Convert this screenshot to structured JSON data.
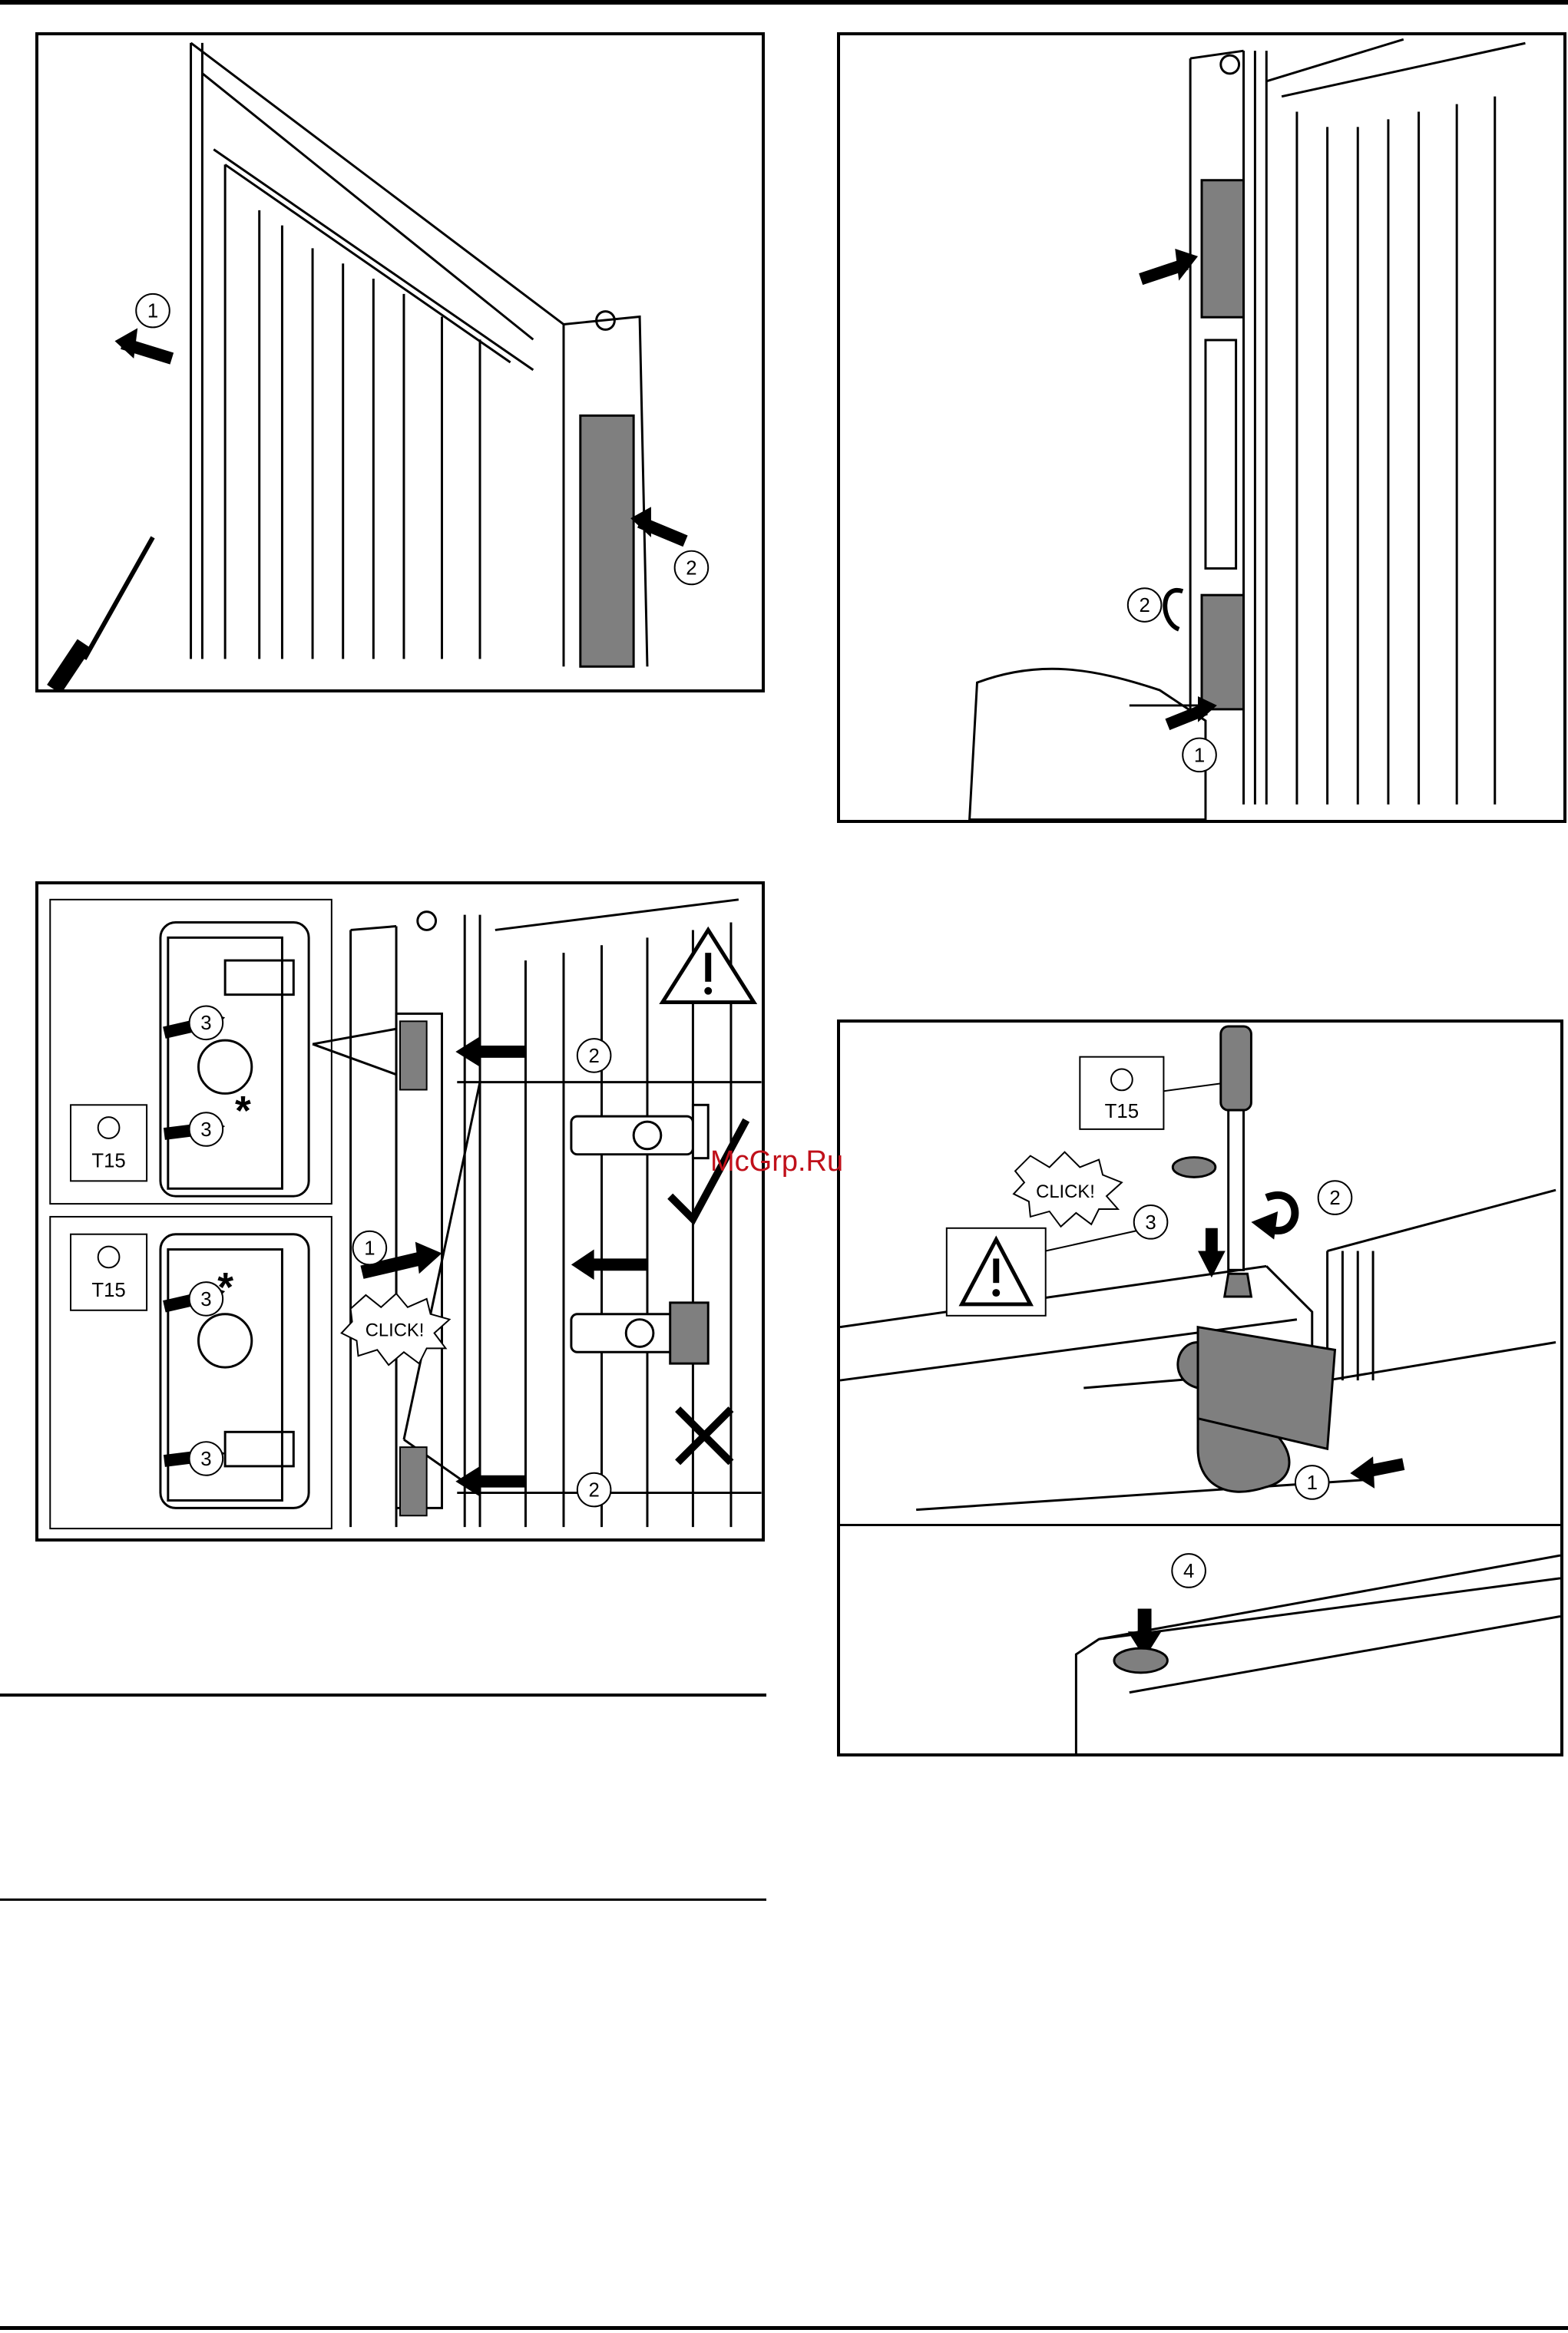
{
  "watermark": "McGrp.Ru",
  "figure1": {
    "callouts": [
      "1",
      "2"
    ]
  },
  "figure2": {
    "callouts": [
      "1",
      "2"
    ]
  },
  "figure3": {
    "callouts": [
      "1",
      "2",
      "2",
      "3",
      "3",
      "3",
      "3"
    ],
    "tool_label_top": "T15",
    "tool_label_bottom": "T15",
    "click_text": "CLICK!"
  },
  "figure4": {
    "callouts": [
      "1",
      "2",
      "3",
      "4"
    ],
    "tool_label": "T15",
    "click_text": "CLICK!"
  },
  "colors": {
    "part_fill": "#7f7f7f",
    "line": "#000000"
  }
}
